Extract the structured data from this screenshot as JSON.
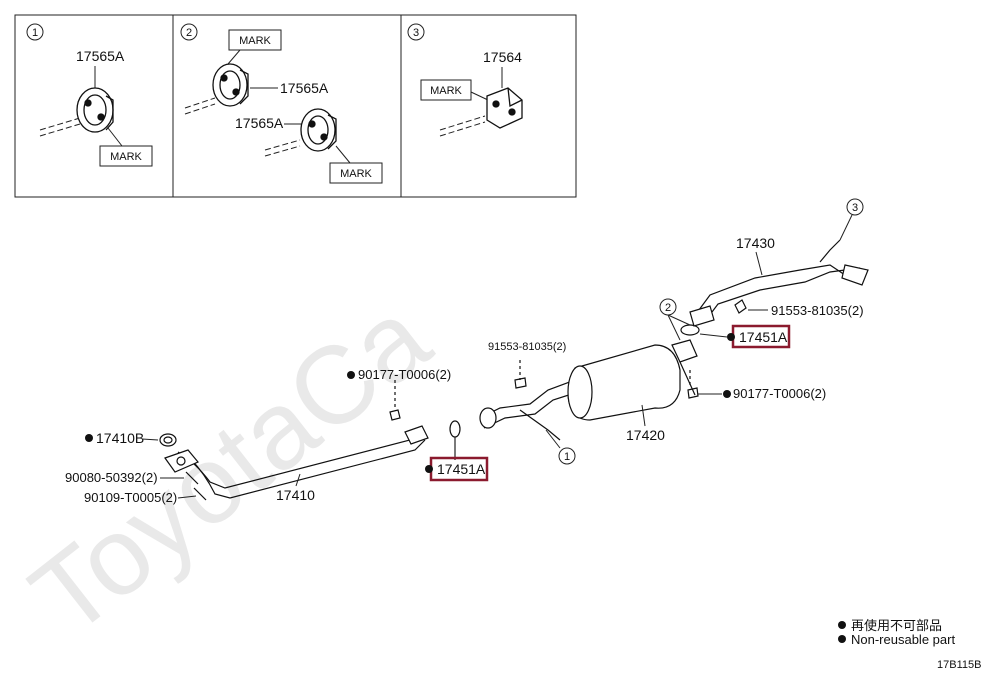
{
  "watermark": "ToyotaCa",
  "insets": [
    {
      "number": "1",
      "labels": [
        "17565A"
      ],
      "marks": [
        "MARK"
      ]
    },
    {
      "number": "2",
      "labels": [
        "17565A",
        "17565A"
      ],
      "marks": [
        "MARK",
        "MARK"
      ]
    },
    {
      "number": "3",
      "labels": [
        "17564"
      ],
      "marks": [
        "MARK"
      ]
    }
  ],
  "parts": {
    "p17430": "17430",
    "p91553_top": "91553-81035(2)",
    "p17451A_right": "17451A",
    "p91553_mid": "91553-81035(2)",
    "p90177_right": "90177-T0006(2)",
    "p17420": "17420",
    "p90177_left": "90177-T0006(2)",
    "p17451A_left": "17451A",
    "p17410B": "17410B",
    "p90080": "90080-50392(2)",
    "p90109": "90109-T0005(2)",
    "p17410": "17410"
  },
  "callouts": {
    "c1": "1",
    "c2": "2",
    "c3": "3"
  },
  "highlight_color": "#8b1a2e",
  "legend": {
    "jp": "再使用不可部品",
    "en": "Non-reusable part"
  },
  "figure_code": "17B115B"
}
